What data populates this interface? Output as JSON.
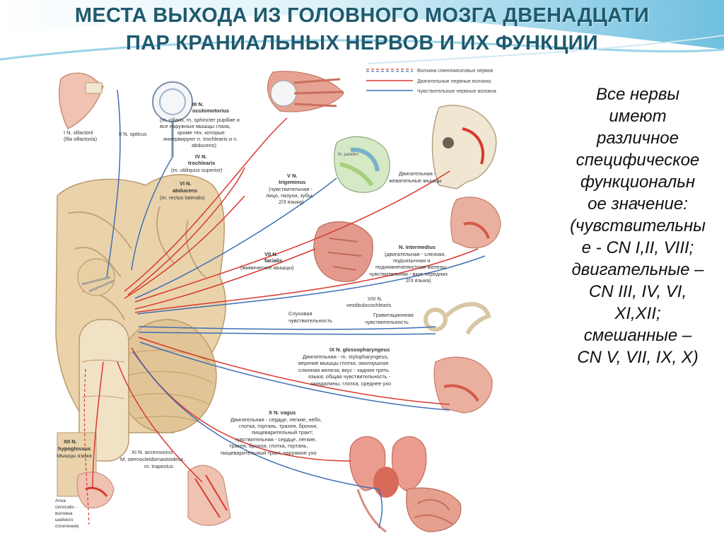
{
  "title": {
    "line1": "МЕСТА ВЫХОДА ИЗ ГОЛОВНОГО МОЗГА ДВЕНАДЦАТИ",
    "line2": "ПАР КРАНИАЛЬНЫХ НЕРВОВ И ИХ ФУНКЦИИ"
  },
  "legend": {
    "items": [
      {
        "label": "Волокна спинномозговых нервов",
        "style": "dashed"
      },
      {
        "label": "Двигательные нервные волокна",
        "style": "red"
      },
      {
        "label": "Чувствительные нервные волокна",
        "style": "blue"
      }
    ]
  },
  "labels": {
    "olfactory": "I N. olfactorii",
    "olfactory_sub": "(fila olfactoria)",
    "optic": "II N. opticus",
    "oculomotor": "III N.",
    "oculomotor_2": "oculomotorius",
    "oculomotor_d1": "(m. ciliaris, m. sphincter pupillae и",
    "oculomotor_d2": "все наружные мышцы глаза,",
    "oculomotor_d3": "кроме тех, которые",
    "oculomotor_d4": "иннервируют n. trochlearis и n.",
    "oculomotor_d5": "abducens)",
    "trochlear": "IV N.",
    "trochlear_2": "trochlearis",
    "trochlear_d": "(m. obliquus superior)",
    "abducens": "VI N.",
    "abducens_2": "abducens",
    "abducens_d": "(m. rectus lateralis)",
    "trigeminal": "V N.",
    "trigeminal_2": "trigeminus",
    "trigeminal_d1": "(чувствительная -",
    "trigeminal_d2": "лицо, пазухи, зубы,",
    "trigeminal_d3": "2/3 языка)",
    "mastication": "Двигательная -",
    "mastication_2": "жевательные мышцы",
    "facial": "VII N.",
    "facial_2": "facialis",
    "facial_d": "(мимические мышцы)",
    "intermedius": "N. intermedius",
    "intermedius_d1": "(двигательная - слезная,",
    "intermedius_d2": "подъязычная и",
    "intermedius_d3": "поднижнечелюстная железы;",
    "intermedius_d4": "чувствительная - вкус передних",
    "intermedius_d5": "2/3 языка)",
    "vestibulo": "VIII N.",
    "vestibulo_2": "vestibulocochlearis",
    "hearing": "Слуховая",
    "hearing_2": "чувствительность",
    "gravity": "Гравитационная",
    "gravity_2": "чувствительность",
    "glosso": "IX N. glossopharyngeus",
    "glosso_d1": "Двигательная - m. stylopharyngeus,",
    "glosso_d2": "верхние мышцы глотки, околоушная",
    "glosso_d3": "слюнная железа; вкус - задняя треть",
    "glosso_d4": "языка; общая чувствительность -",
    "glosso_d5": "миндалины, глотка, среднее ухо",
    "vagus": "X N. vagus",
    "vagus_d1": "Двигательная - сердце, легкие, небо,",
    "vagus_d2": "глотка, гортань, трахея, бронхи,",
    "vagus_d3": "пищеварительный тракт;",
    "vagus_d4": "чувствительная - сердце, легкие,",
    "vagus_d5": "трахея, бронхи, глотка, гортань,",
    "vagus_d6": "пищеварительный тракт, наружное ухо",
    "hypoglossal": "XII N.",
    "hypoglossal_2": "hypoglossus",
    "hypoglossal_d": "Мышцы языка",
    "accessory": "XI N. accessorius",
    "accessory_d1": "M. sternocleidomastoideus,",
    "accessory_d2": "m. trapezius",
    "ansa": "Ansa",
    "ansa_2": "cervicalis -",
    "ansa_3": "волокна",
    "ansa_4": "шейного",
    "ansa_5": "сплетения)",
    "greater_palatine": "N. palatini"
  },
  "side_text": {
    "lines": [
      "Все нервы",
      "имеют",
      "различное",
      "специфическое",
      "функциональн",
      "ое значение:",
      "(чувствительны",
      "е - CN I,II, VIII;",
      "двигательные –",
      "CN III, IV, VI,",
      "XI,XII;",
      "смешанные –",
      "CN V, VII, IX, X)"
    ]
  },
  "colors": {
    "title": "#1f5a6e",
    "motor_nerve": "#d9382f",
    "sensory_nerve": "#3f6fb5",
    "brain": "#e8cfa4",
    "muscle": "#e39a8c",
    "banner": "#7ec8e3"
  }
}
